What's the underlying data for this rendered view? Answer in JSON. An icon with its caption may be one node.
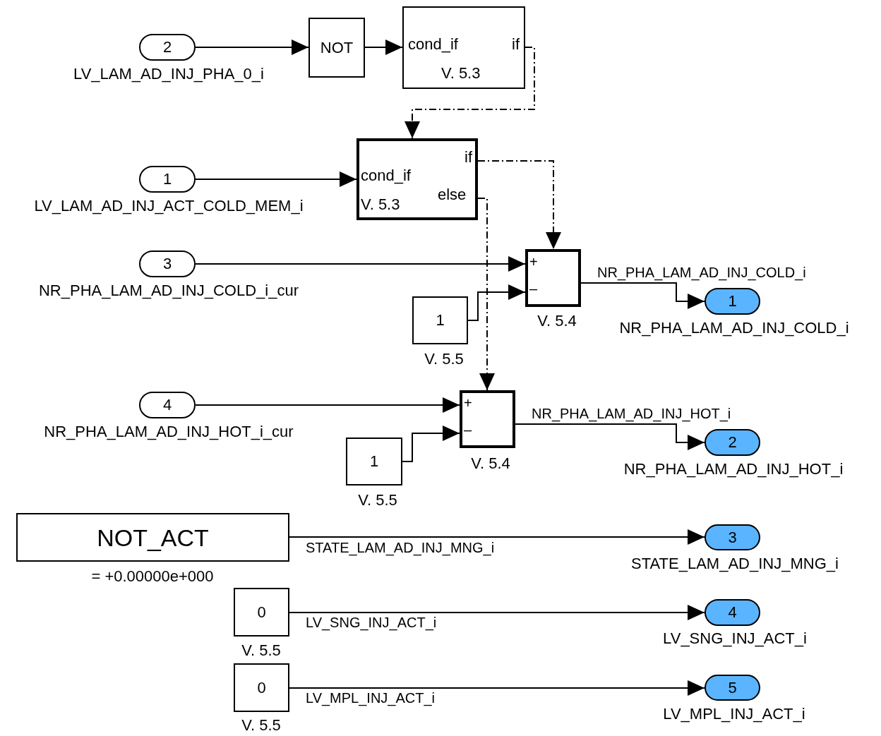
{
  "diagram": {
    "nodes": [
      {
        "text": [
          "2"
        ],
        "beside": [
          "LV_LAM_AD_INJ_PHA_0_i"
        ]
      },
      {
        "text": [
          "NOT"
        ]
      },
      {
        "text": [
          "cond_if",
          "if",
          "V. 5.3"
        ]
      },
      {
        "text": [
          "1"
        ],
        "beside": [
          "LV_LAM_AD_INJ_ACT_COLD_MEM_i"
        ]
      },
      {
        "text": [
          "if",
          "cond_if",
          "else",
          "V. 5.3"
        ]
      },
      {
        "text": [
          "3"
        ],
        "beside": [
          "NR_PHA_LAM_AD_INJ_COLD_i_cur"
        ]
      },
      {
        "text": [
          "1"
        ],
        "beside": [
          "V. 5.5"
        ]
      },
      {
        "text": [
          "+",
          "–"
        ],
        "beside": [
          "V. 5.4"
        ]
      },
      {
        "text": [
          "1"
        ],
        "beside": [
          "NR_PHA_LAM_AD_INJ_COLD_i"
        ]
      },
      {
        "text": [
          "4"
        ],
        "beside": [
          "NR_PHA_LAM_AD_INJ_HOT_i_cur"
        ]
      },
      {
        "text": [
          "1"
        ],
        "beside": [
          "V. 5.5"
        ]
      },
      {
        "text": [
          "+",
          "–"
        ],
        "beside": [
          "V. 5.4"
        ]
      },
      {
        "text": [
          "2"
        ],
        "beside": [
          "NR_PHA_LAM_AD_INJ_HOT_i"
        ]
      },
      {
        "text": [
          "NOT_ACT"
        ],
        "beside": [
          "= +0.00000e+000"
        ]
      },
      {
        "text": [
          "3"
        ],
        "beside": [
          "STATE_LAM_AD_INJ_MNG_i"
        ]
      },
      {
        "text": [
          "0"
        ],
        "beside": [
          "V. 5.5"
        ]
      },
      {
        "text": [
          "4"
        ],
        "beside": [
          "LV_SNG_INJ_ACT_i"
        ]
      },
      {
        "text": [
          "0"
        ],
        "beside": [
          "V. 5.5"
        ]
      },
      {
        "text": [
          "5"
        ],
        "beside": [
          "LV_MPL_INJ_ACT_i"
        ]
      }
    ],
    "edges": [
      {
        "from": 0,
        "to": 1,
        "arrow": "to"
      },
      {
        "from": 1,
        "to": 2,
        "arrow": "to"
      },
      {
        "from": 2,
        "to": 4,
        "arrow": "to",
        "style": "dashed"
      },
      {
        "from": 3,
        "to": 4,
        "arrow": "to"
      },
      {
        "from": 4,
        "to": 7,
        "arrow": "to",
        "style": "dashed"
      },
      {
        "from": 4,
        "to": 11,
        "arrow": "to",
        "style": "dashed"
      },
      {
        "from": 5,
        "to": 7,
        "arrow": "to"
      },
      {
        "from": 6,
        "to": 7,
        "arrow": "to"
      },
      {
        "from": 7,
        "to": 8,
        "arrow": "to",
        "label": "NR_PHA_LAM_AD_INJ_COLD_i"
      },
      {
        "from": 9,
        "to": 11,
        "arrow": "to"
      },
      {
        "from": 10,
        "to": 11,
        "arrow": "to"
      },
      {
        "from": 11,
        "to": 12,
        "arrow": "to",
        "label": "NR_PHA_LAM_AD_INJ_HOT_i"
      },
      {
        "from": 13,
        "to": 14,
        "arrow": "to",
        "label": "STATE_LAM_AD_INJ_MNG_i"
      },
      {
        "from": 15,
        "to": 16,
        "arrow": "to",
        "label": "LV_SNG_INJ_ACT_i"
      },
      {
        "from": 17,
        "to": 18,
        "arrow": "to",
        "label": "LV_MPL_INJ_ACT_i"
      }
    ]
  }
}
